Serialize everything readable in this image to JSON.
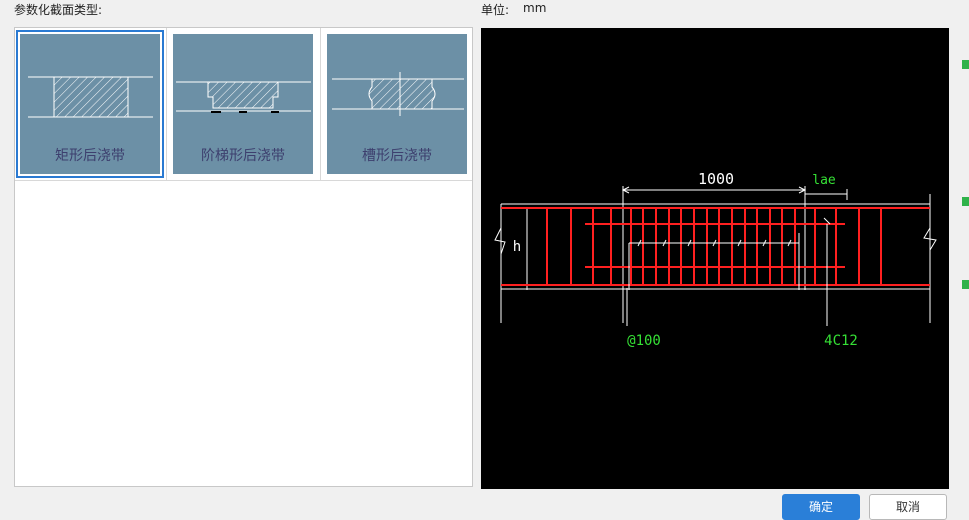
{
  "header": {
    "types_label": "参数化截面类型:",
    "unit_label": "单位:",
    "unit_value": "mm"
  },
  "section_types": [
    {
      "label": "矩形后浇带",
      "selected": true
    },
    {
      "label": "阶梯形后浇带",
      "selected": false
    },
    {
      "label": "槽形后浇带",
      "selected": false
    }
  ],
  "preview": {
    "dim_length": "1000",
    "dim_lae": "lae",
    "height_label": "h",
    "stirrup_label": "@100",
    "rebar_label": "4C12"
  },
  "buttons": {
    "ok": "确定",
    "cancel": "取消"
  },
  "colors": {
    "tile_bg": "#6c90a6",
    "selected_border": "#2a7ad2",
    "rebar_red": "#ff2020",
    "label_green": "#35e035",
    "ok_blue": "#2a7fd8"
  }
}
